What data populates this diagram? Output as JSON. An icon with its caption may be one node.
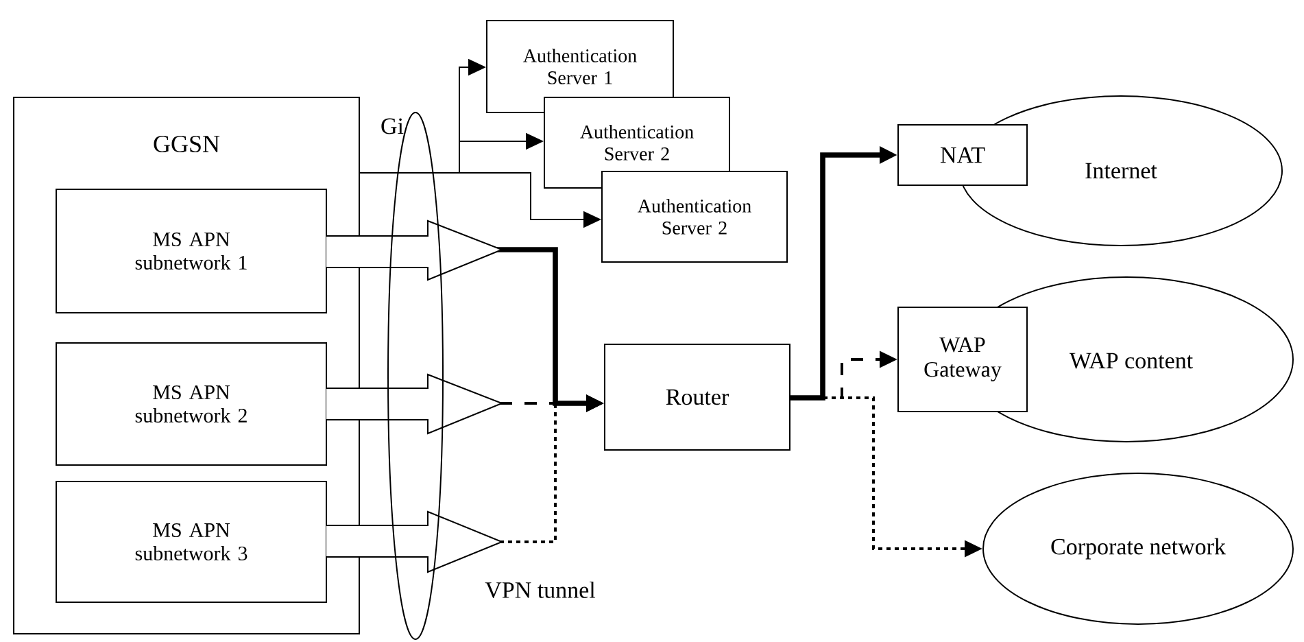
{
  "diagram": {
    "nodes": [
      {
        "text": [
          "GGSN"
        ]
      },
      {
        "text": [
          "MS APN subnetwork 1"
        ],
        "in": 0
      },
      {
        "text": [
          "MS APN subnetwork 2"
        ],
        "in": 0
      },
      {
        "text": [
          "MS APN subnetwork 3"
        ],
        "in": 0
      },
      {
        "text": [
          "Authentication Server 1"
        ]
      },
      {
        "text": [
          "Authentication Server 2"
        ]
      },
      {
        "text": [
          "Authentication Server 2"
        ]
      },
      {
        "text": [
          "Router"
        ]
      },
      {
        "text": [
          "NAT"
        ]
      },
      {
        "text": [
          "Internet"
        ]
      },
      {
        "text": [
          "WAP Gateway"
        ]
      },
      {
        "text": [
          "WAP content"
        ]
      },
      {
        "text": [
          "Corporate network"
        ]
      }
    ],
    "edges": [
      {
        "from": 0,
        "to": 4,
        "arrow": "to"
      },
      {
        "from": 0,
        "to": 5,
        "arrow": "to"
      },
      {
        "from": 0,
        "to": 6,
        "arrow": "to"
      },
      {
        "from": 1,
        "to": 7,
        "arrow": "to",
        "style": "thick"
      },
      {
        "from": 2,
        "to": 7,
        "arrow": "to",
        "style": "dashed"
      },
      {
        "from": 3,
        "to": 7,
        "arrow": "to",
        "style": "dashed",
        "label": "VPN tunnel"
      },
      {
        "from": 7,
        "to": 8,
        "arrow": "to",
        "style": "thick"
      },
      {
        "from": 7,
        "to": 10,
        "arrow": "to",
        "style": "dashed"
      },
      {
        "from": 7,
        "to": 12,
        "arrow": "to",
        "style": "dashed"
      }
    ],
    "labels": [
      "Gi"
    ]
  }
}
